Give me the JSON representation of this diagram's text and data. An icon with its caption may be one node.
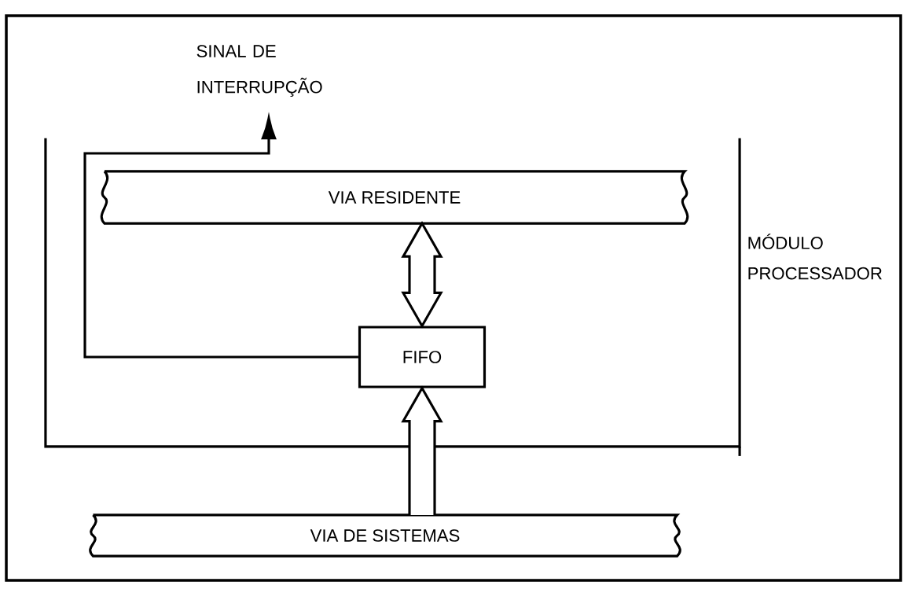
{
  "diagram": {
    "nodes": [
      {
        "text": [
          "MÓDULO PROCESSADOR"
        ]
      },
      {
        "text": [
          "VIA RESIDENTE"
        ],
        "in": 0
      },
      {
        "text": [
          "FIFO"
        ],
        "in": 0
      },
      {
        "text": [
          "VIA DE SISTEMAS"
        ]
      },
      {
        "text": [
          "SINAL DE INTERRUPÇÃO"
        ]
      }
    ],
    "edges": [
      {
        "from": 2,
        "to": 4,
        "arrow": "to"
      },
      {
        "from": 1,
        "to": 2,
        "arrow": "both",
        "style": "thick"
      },
      {
        "from": 3,
        "to": 2,
        "arrow": "to",
        "style": "thick"
      }
    ]
  }
}
